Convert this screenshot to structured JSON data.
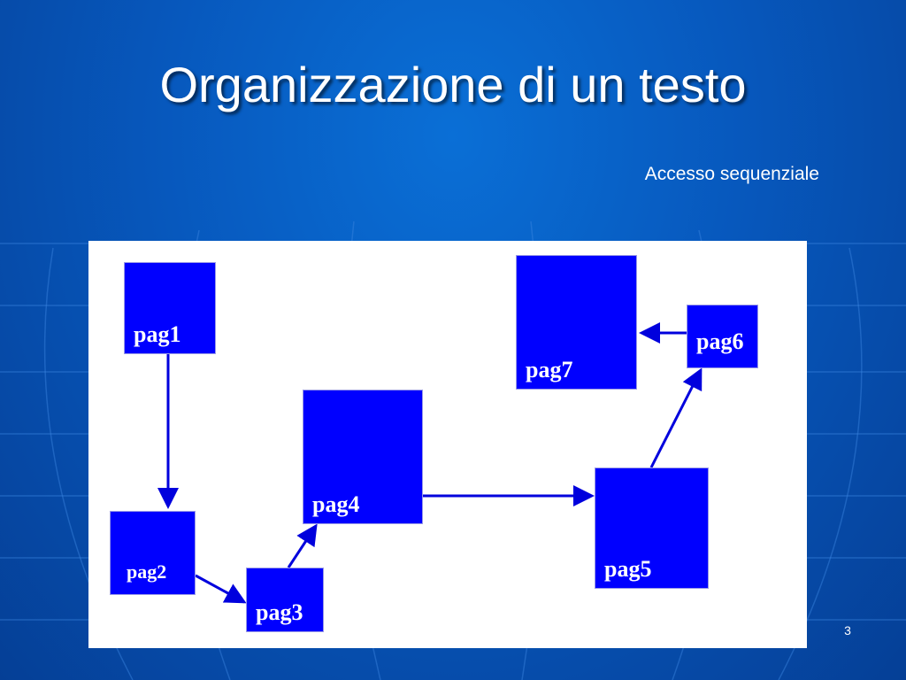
{
  "slide": {
    "title": "Organizzazione di un testo",
    "subtitle": "Accesso sequenziale",
    "number": "3"
  },
  "diagram": {
    "page_color": "#0000ff",
    "arrow_color": "#0000dd",
    "pages": [
      {
        "id": "pag1",
        "label": "pag1"
      },
      {
        "id": "pag2",
        "label": "pag2"
      },
      {
        "id": "pag3",
        "label": "pag3"
      },
      {
        "id": "pag4",
        "label": "pag4"
      },
      {
        "id": "pag5",
        "label": "pag5"
      },
      {
        "id": "pag6",
        "label": "pag6"
      },
      {
        "id": "pag7",
        "label": "pag7"
      }
    ],
    "links": [
      {
        "from": "pag1",
        "to": "pag2"
      },
      {
        "from": "pag2",
        "to": "pag3"
      },
      {
        "from": "pag3",
        "to": "pag4"
      },
      {
        "from": "pag4",
        "to": "pag5"
      },
      {
        "from": "pag5",
        "to": "pag6"
      },
      {
        "from": "pag6",
        "to": "pag7"
      }
    ]
  }
}
